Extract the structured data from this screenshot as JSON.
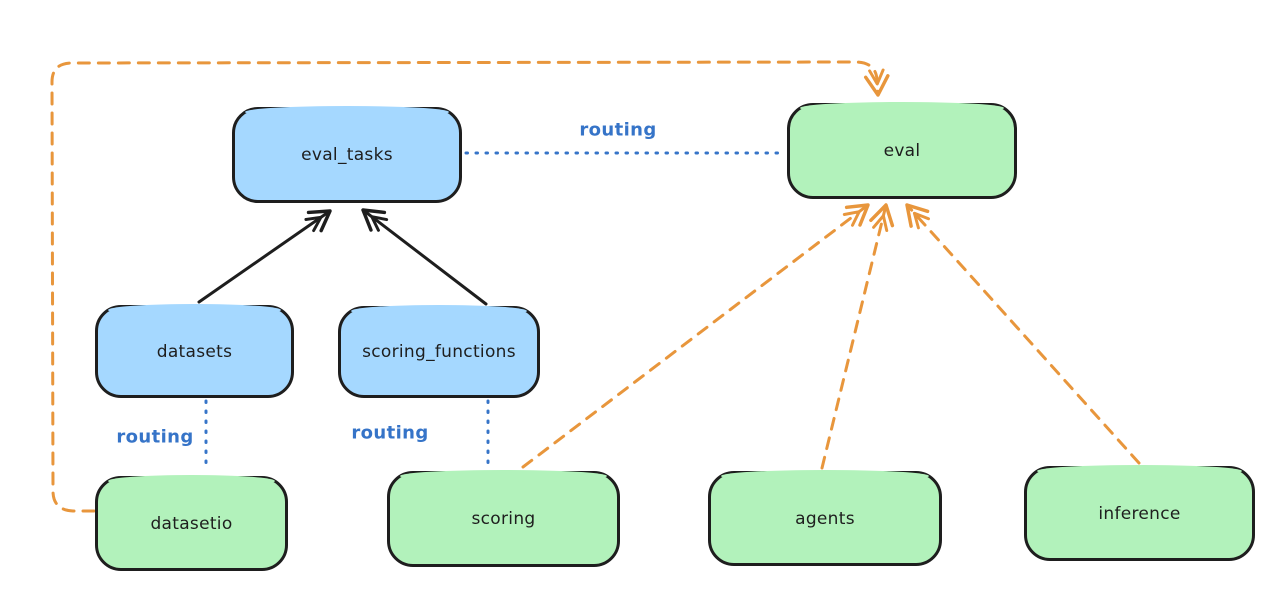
{
  "diagram": {
    "type": "architecture-flow-diagram",
    "background": "#ffffff",
    "colors": {
      "node_blue_fill": "#a5d8ff",
      "node_green_fill": "#b2f2bb",
      "node_border": "#1e1e1e",
      "edge_black": "#1e1e1e",
      "edge_blue": "#3674c8",
      "edge_orange": "#e8963c"
    },
    "nodes": {
      "eval_tasks": {
        "label": "eval_tasks",
        "fill": "#a5d8ff"
      },
      "eval": {
        "label": "eval",
        "fill": "#b2f2bb"
      },
      "datasets": {
        "label": "datasets",
        "fill": "#a5d8ff"
      },
      "scoring_functions": {
        "label": "scoring_functions",
        "fill": "#a5d8ff"
      },
      "datasetio": {
        "label": "datasetio",
        "fill": "#b2f2bb"
      },
      "scoring": {
        "label": "scoring",
        "fill": "#b2f2bb"
      },
      "agents": {
        "label": "agents",
        "fill": "#b2f2bb"
      },
      "inference": {
        "label": "inference",
        "fill": "#b2f2bb"
      }
    },
    "edge_labels": {
      "eval_tasks_to_eval": "routing",
      "datasets_to_datasetio": "routing",
      "scoring_functions_to_scoring": "routing"
    },
    "edges": [
      {
        "from": "datasets",
        "to": "eval_tasks",
        "style": "solid",
        "color": "black",
        "arrowhead": "end"
      },
      {
        "from": "scoring_functions",
        "to": "eval_tasks",
        "style": "solid",
        "color": "black",
        "arrowhead": "end"
      },
      {
        "from": "eval_tasks",
        "to": "eval",
        "style": "dotted",
        "color": "blue",
        "label": "routing",
        "arrowhead": "none"
      },
      {
        "from": "datasets",
        "to": "datasetio",
        "style": "dotted",
        "color": "blue",
        "label": "routing",
        "arrowhead": "none"
      },
      {
        "from": "scoring_functions",
        "to": "scoring",
        "style": "dotted",
        "color": "blue",
        "label": "routing",
        "arrowhead": "none"
      },
      {
        "from": "scoring",
        "to": "eval",
        "style": "dashed",
        "color": "orange",
        "arrowhead": "end"
      },
      {
        "from": "agents",
        "to": "eval",
        "style": "dashed",
        "color": "orange",
        "arrowhead": "end"
      },
      {
        "from": "inference",
        "to": "eval",
        "style": "dashed",
        "color": "orange",
        "arrowhead": "end"
      },
      {
        "from": "datasetio",
        "to": "eval",
        "style": "dashed",
        "color": "orange",
        "arrowhead": "end",
        "route": "around-left-and-top"
      }
    ]
  }
}
